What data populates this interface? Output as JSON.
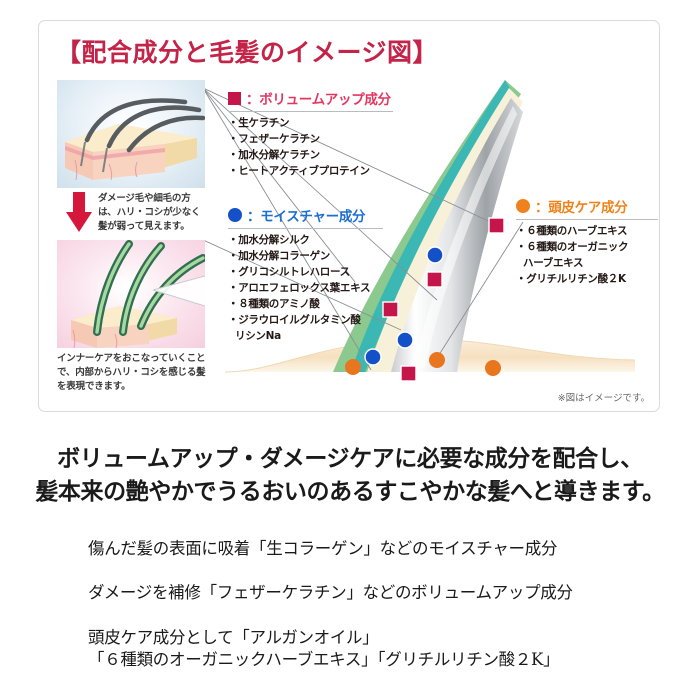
{
  "figure": {
    "title": "【配合成分と毛髪のイメージ図】",
    "note": "※図はイメージです。",
    "illustrations": {
      "damaged": {
        "name": "damaged-hair-illustration",
        "caption": "ダメージ毛や細毛の方は、ハリ・コシが少なく髪が弱って見えます。",
        "arrow_icon": "down-arrow-icon",
        "arrow_color": "#d6173c"
      },
      "healthy": {
        "name": "healthy-hair-illustration",
        "caption": "インナーケアをおこなっていくことで、内部からハリ・コシを感じる髪を表現できます。"
      }
    },
    "legends": [
      {
        "id": "volume",
        "marker_icon": "red-square-marker-icon",
        "marker_color": "#c5164b",
        "title": "：ボリュームアップ成分",
        "items": [
          "・生ケラチン",
          "・フェザーケラチン",
          "・加水分解ケラチン",
          "・ヒートアクティブプロテイン"
        ]
      },
      {
        "id": "moisture",
        "marker_icon": "blue-circle-marker-icon",
        "marker_color": "#1450c8",
        "title": "：モイスチャー成分",
        "items": [
          "・加水分解シルク",
          "・加水分解コラーゲン",
          "・グリコシルトレハロース",
          "・アロエフェロックス葉エキス",
          "・８種類のアミノ酸",
          "・ジラウロイルグルタミン酸",
          "リシンNa"
        ]
      },
      {
        "id": "scalp",
        "marker_icon": "orange-circle-marker-icon",
        "marker_color": "#ef821e",
        "title": "：頭皮ケア成分",
        "items": [
          "・６種類のハーブエキス",
          "・６種類のオーガニック",
          "ハーブエキス",
          "・グリチルリチン酸２K"
        ]
      }
    ],
    "hair_diagram": {
      "name": "hair-shaft-cross-section",
      "cuticle_color": "#3bb7b4",
      "cortex_color": "#f6efd6",
      "scalp_color": "#f6e3c6",
      "red_marker_count": 4,
      "blue_marker_count": 3,
      "orange_marker_count": 3
    }
  },
  "lead_copy": {
    "line1": "ボリュームアップ・ダメージケアに必要な成分を配合し、",
    "line2": "髪本来の艶やかでうるおいのあるすこやかな髪へと導きます。"
  },
  "bullets": [
    {
      "line1": "傷んだ髪の表面に吸着「生コラーゲン」などのモイスチャー成分",
      "line2": ""
    },
    {
      "line1": "ダメージを補修「フェザーケラチン」などのボリュームアップ成分",
      "line2": ""
    },
    {
      "line1": "頭皮ケア成分として「アルガンオイル」",
      "line2": "「６種類のオーガニックハーブエキス」「グリチルリチン酸２K」"
    }
  ]
}
